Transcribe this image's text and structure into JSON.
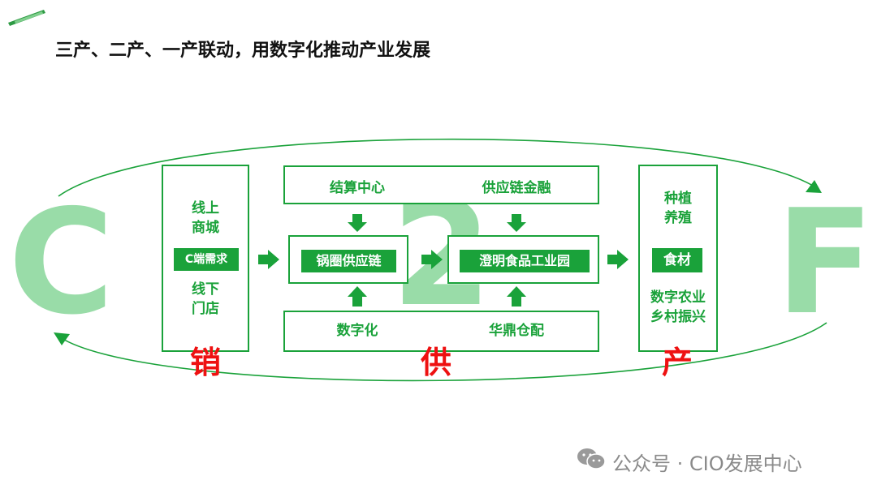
{
  "title": "三产、二产、一产联动，用数字化推动产业发展",
  "letters": {
    "left": "C",
    "middle": "2",
    "right": "F"
  },
  "sales_box": {
    "top_text": [
      "线上",
      "商城"
    ],
    "pill": "C端需求",
    "bottom_text": [
      "线下",
      "门店"
    ]
  },
  "supply": {
    "top_left": "结算中心",
    "top_right": "供应链金融",
    "center_left": "锅圈供应链",
    "center_right": "澄明食品工业园",
    "bottom_left": "数字化",
    "bottom_right": "华鼎仓配"
  },
  "production_box": {
    "top_text": [
      "种植",
      "养殖"
    ],
    "pill": "食材",
    "bottom_text": [
      "数字农业",
      "乡村振兴"
    ]
  },
  "stage_labels": {
    "sales": "销",
    "supply": "供",
    "production": "产"
  },
  "watermark": "公众号 · CIO发展中心",
  "colors": {
    "green": "#1aa23a",
    "light_green": "#99dca8",
    "red": "#ee1111"
  }
}
